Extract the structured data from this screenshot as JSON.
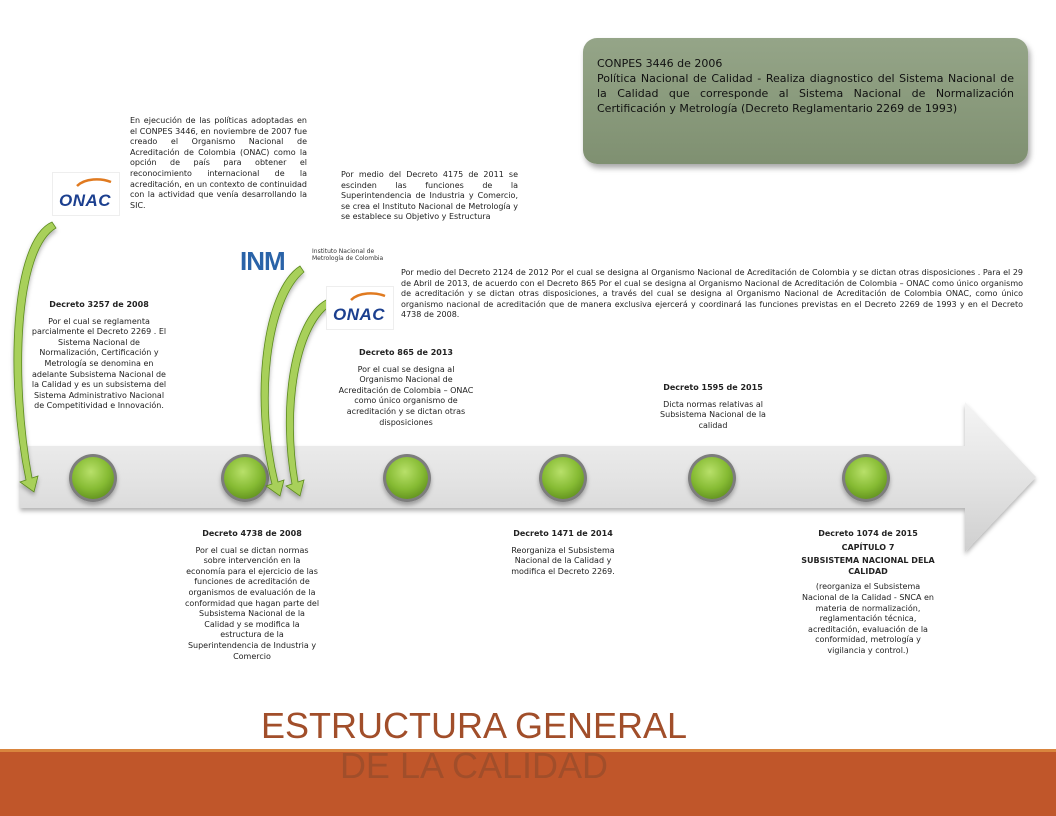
{
  "conpes": {
    "title": "CONPES 3446  de 2006",
    "text": "Política Nacional de Calidad - Realiza diagnostico del Sistema  Nacional de la Calidad que corresponde al Sistema Nacional de  Normalización Certificación y Metrología (Decreto Reglamentario  2269 de 1993)"
  },
  "intro_onac": "En ejecución de las políticas adoptadas en el CONPES 3446, en noviembre de 2007 fue creado el Organismo Nacional de Acreditación de Colombia (ONAC) como la opción de país para obtener el reconocimiento internacional de la acreditación, en un contexto de continuidad con la actividad que venía desarrollando la SIC.",
  "intro_inm": "Por medio del Decreto 4175 de 2011 se escinden las funciones de la Superintendencia de Industria y Comercio, se crea el Instituto Nacional de Metrología y se establece su Objetivo y Estructura",
  "intro_2124": "Por medio del Decreto 2124 de 2012 Por el cual se designa al Organismo Nacional de Acreditación de Colombia y se dictan otras  disposiciones . Para el 29 de Abril de 2013, de acuerdo con el Decreto 865 Por el cual se designa al Organismo Nacional de Acreditación de  Colombia – ONAC como único organismo de acreditación y se dictan otras disposiciones, a través del cual se designa al Organismo Nacional  de Acreditación de Colombia ONAC, como único organismo nacional de acreditación que de manera exclusiva ejercerá y coordinará las funciones previstas en el Decreto 2269 de 1993 y en el Decreto 4738 de 2008.",
  "logos": {
    "onac": "ONAC",
    "inm": "INM",
    "inm_sub": "Instituto Nacional de Metrología de Colombia"
  },
  "decrees_top": [
    {
      "title": "Decreto 3257 de 2008",
      "text": "Por el cual se reglamenta parcialmente el Decreto 2269 . El Sistema Nacional de Normalización, Certificación y Metrología se denomina en adelante Subsistema Nacional de la Calidad y es un subsistema del Sistema Administrativo Nacional de Competitividad e Innovación."
    },
    {
      "title": "Decreto 865 de 2013",
      "text": "Por el cual se designa al Organismo Nacional de Acreditación de Colombia – ONAC como único organismo de acreditación y se dictan otras disposiciones"
    },
    {
      "title": "Decreto 1595 de 2015",
      "text": "Dicta normas relativas al Subsistema Nacional de la calidad"
    }
  ],
  "decrees_bottom": [
    {
      "title": "Decreto 4738 de 2008",
      "text": "Por el cual se dictan normas sobre intervención en la economía para el ejercicio de las funciones de acreditación de organismos de evaluación de la conformidad que hagan parte del Subsistema Nacional de la Calidad y se modifica la estructura de la Superintendencia de Industria y Comercio"
    },
    {
      "title": "Decreto 1471 de 2014",
      "text": "Reorganiza el Subsistema Nacional de la Calidad y modifica el Decreto 2269."
    },
    {
      "title": "Decreto 1074 de 2015",
      "chapter": "CAPÍTULO 7",
      "subtitle": "SUBSISTEMA NACIONAL DELA CALIDAD",
      "text": "(reorganiza el Subsistema Nacional de la Calidad - SNCA en materia de normalización, reglamentación técnica, acreditación, evaluación de la conformidad, metrología y vigilancia y control.)"
    }
  ],
  "main_title": "ESTRUCTURA GENERAL DE LA CALIDAD",
  "colors": {
    "arrow": "#e8e8e8",
    "node": "#8cbf3f",
    "node_ring": "#7a7a7a",
    "band": "#c0562a",
    "box": "#8a9b7d",
    "title": "#a14e2a"
  }
}
